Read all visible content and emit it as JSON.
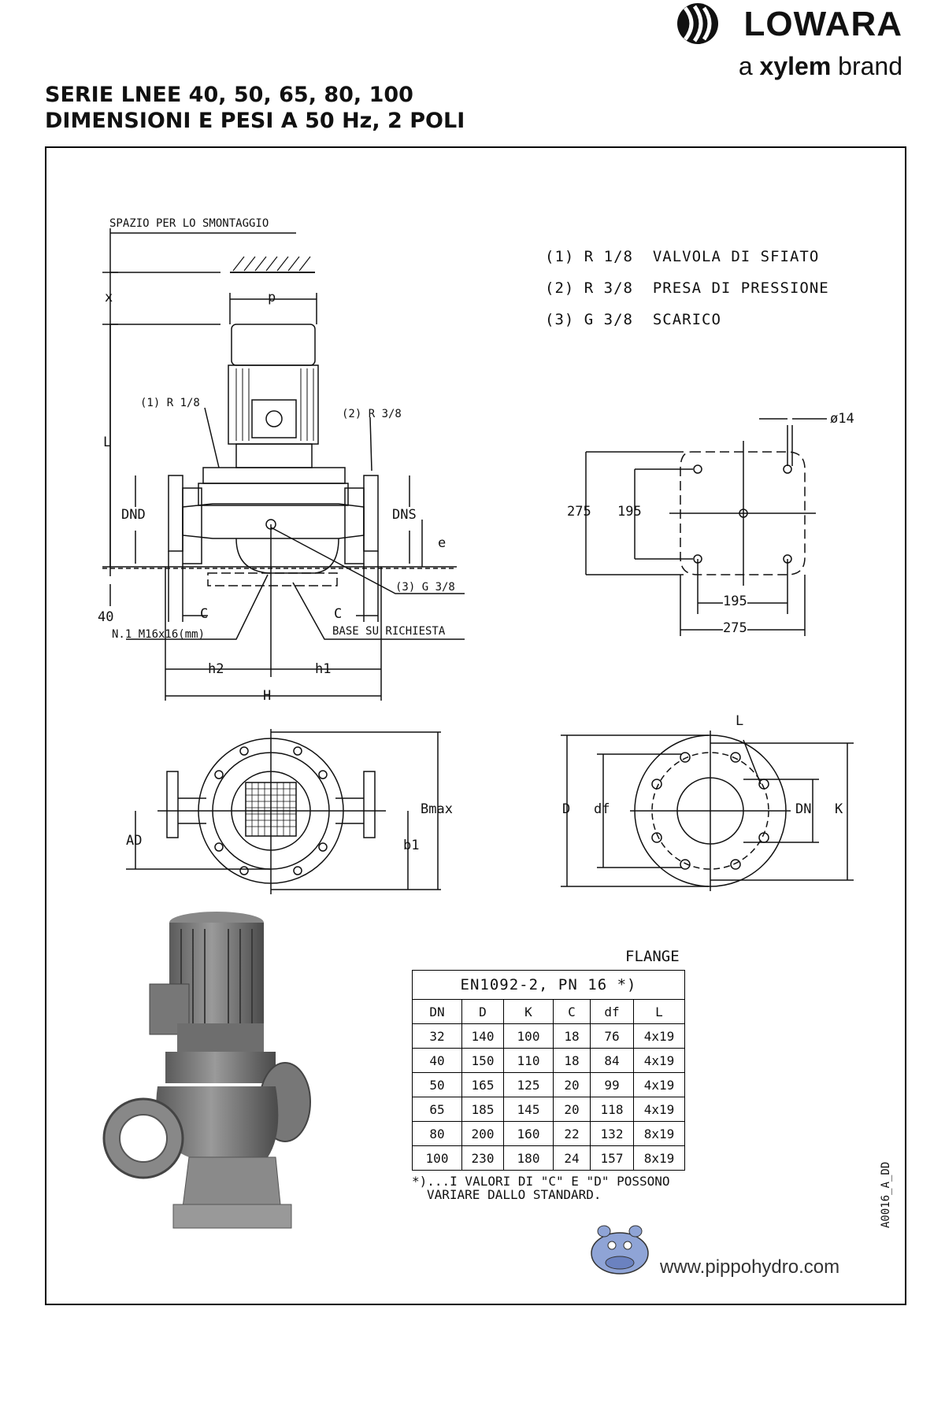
{
  "brand": {
    "name": "LOWARA",
    "tagline_pre": "a",
    "tagline_bold": "xylem",
    "tagline_post": "brand"
  },
  "header": {
    "line1": "SERIE LNEE 40, 50, 65, 80, 100",
    "line2": "DIMENSIONI E PESI A 50 Hz, 2 POLI"
  },
  "notes": [
    "(1) R 1/8  VALVOLA DI SFIATO",
    "(2) R 3/8  PRESA DI PRESSIONE",
    "(3) G 3/8  SCARICO"
  ],
  "side_view": {
    "spazio": "SPAZIO PER LO SMONTAGGIO",
    "x": "x",
    "p": "p",
    "L": "L",
    "r18": "(1) R 1/8",
    "r38": "(2) R 3/8",
    "dnd": "DND",
    "dns": "DNS",
    "e": "e",
    "g38": "(3) G 3/8",
    "forty": "40",
    "c_left": "C",
    "c_right": "C",
    "m16": "N.1 M16x16(mm)",
    "base": "BASE SU RICHIESTA",
    "h2": "h2",
    "h1": "h1",
    "H": "H"
  },
  "base_plan": {
    "d14": "ø14",
    "outer_v": "275",
    "inner_v": "195",
    "inner_h": "195",
    "outer_h": "275"
  },
  "front_view": {
    "bmax": "Bmax",
    "ad": "AD",
    "b1": "b1"
  },
  "flange_view": {
    "L": "L",
    "D": "D",
    "df": "df",
    "DN": "DN",
    "K": "K"
  },
  "flange_table": {
    "caption": "FLANGE",
    "standard": "EN1092-2, PN 16 *)",
    "headers": [
      "DN",
      "D",
      "K",
      "C",
      "df",
      "L"
    ],
    "rows": [
      [
        "32",
        "140",
        "100",
        "18",
        "76",
        "4x19"
      ],
      [
        "40",
        "150",
        "110",
        "18",
        "84",
        "4x19"
      ],
      [
        "50",
        "165",
        "125",
        "20",
        "99",
        "4x19"
      ],
      [
        "65",
        "185",
        "145",
        "20",
        "118",
        "4x19"
      ],
      [
        "80",
        "200",
        "160",
        "22",
        "132",
        "8x19"
      ],
      [
        "100",
        "230",
        "180",
        "24",
        "157",
        "8x19"
      ]
    ],
    "footnote1": "*)...I VALORI DI \"C\" E \"D\" POSSONO",
    "footnote2": "VARIARE DALLO STANDARD."
  },
  "footer": {
    "site": "www.pippohydro.com",
    "code": "A0016_A_DD"
  }
}
